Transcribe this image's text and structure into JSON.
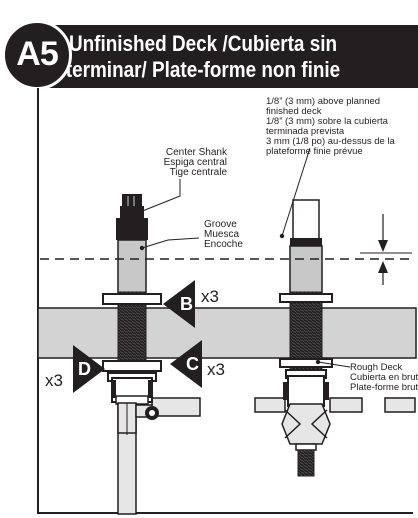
{
  "step": {
    "label": "A5"
  },
  "header": {
    "line1": "Unfinished Deck /Cubierta sin",
    "line2": "terminar/ Plate-forme non finie"
  },
  "callouts": {
    "center_shank": [
      "Center Shank",
      "Espiga central",
      "Tige centrale"
    ],
    "groove": [
      "Groove",
      "Muesca",
      "Encoche"
    ],
    "above_finished": [
      "1/8” (3 mm) above planned",
      "finished deck",
      "1/8” (3 mm) sobre la cubierta",
      "terminada prevista",
      "3 mm (1/8 po) au-dessus de la",
      "plateforme finie prévue"
    ],
    "rough_deck": [
      "Rough Deck",
      "Cubierta en bruto",
      "Plate-forme brute"
    ]
  },
  "parts": [
    {
      "label": "B",
      "quantity": "x3"
    },
    {
      "label": "C",
      "quantity": "x3"
    },
    {
      "label": "D",
      "quantity": "x3"
    }
  ],
  "colors": {
    "dark": "#231f20",
    "deck": "#d3d3d3",
    "pipe": "#e6e6e6"
  }
}
